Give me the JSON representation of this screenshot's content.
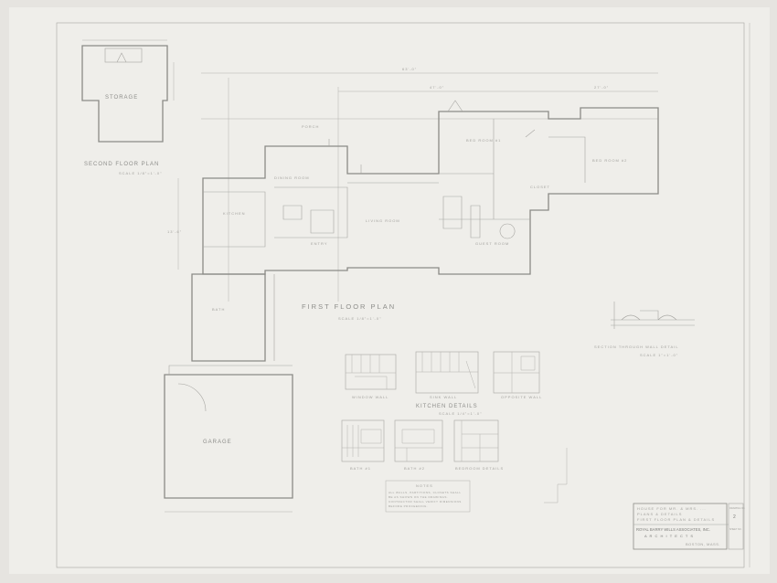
{
  "sheet": {
    "drawings": {
      "second_floor_plan": {
        "title": "SECOND FLOOR PLAN",
        "scale": "SCALE 1/8\"=1'-0\"",
        "room": "STORAGE"
      },
      "first_floor_plan": {
        "title": "FIRST FLOOR PLAN",
        "scale": "SCALE 1/8\"=1'-0\"",
        "rooms": [
          "KITCHEN",
          "DINING ROOM",
          "LIVING ROOM",
          "BED ROOM #1",
          "BED ROOM #2",
          "GUEST ROOM",
          "GARAGE",
          "BATH",
          "ENTRY",
          "PORCH",
          "CLOSET"
        ],
        "overall_dimension": "63'-0\"",
        "sub_dimensions": [
          "47'-0\"",
          "27'-0\"",
          "13'-6\""
        ]
      },
      "kitchen_details": {
        "title": "KITCHEN DETAILS",
        "scale": "SCALE 1/4\"=1'-0\"",
        "elevations": [
          "WINDOW WALL",
          "SINK WALL",
          "OPPOSITE WALL"
        ]
      },
      "bath_details": [
        {
          "title": "BATH #1"
        },
        {
          "title": "BATH #2"
        },
        {
          "title": "BEDROOM DETAILS"
        }
      ],
      "section_detail": {
        "title": "SECTION THROUGH WALL DETAIL",
        "scale": "SCALE 1\"=1'-0\""
      },
      "notes": {
        "title": "NOTES",
        "lines": [
          "ALL WALLS, PARTITIONS, CLOSETS SHALL",
          "BE AS SHOWN ON THE DRAWINGS.",
          "CONTRACTOR SHALL VERIFY DIMENSIONS",
          "BEFORE PROCEEDING."
        ]
      }
    },
    "title_block": {
      "project_lines": [
        "HOUSE FOR MR. & MRS. ...",
        "PLANS & DETAILS",
        "FIRST FLOOR PLAN & DETAILS"
      ],
      "firm": "ROYAL BARRY WILLS ASSOCIATES, INC.",
      "firm_role": "A R C H I T E C T S",
      "address": "BOSTON, MASS.",
      "drawing_no_label": "DRAWING NO.",
      "drawing_no": "2",
      "sheet_label": "SHEET NO."
    }
  }
}
